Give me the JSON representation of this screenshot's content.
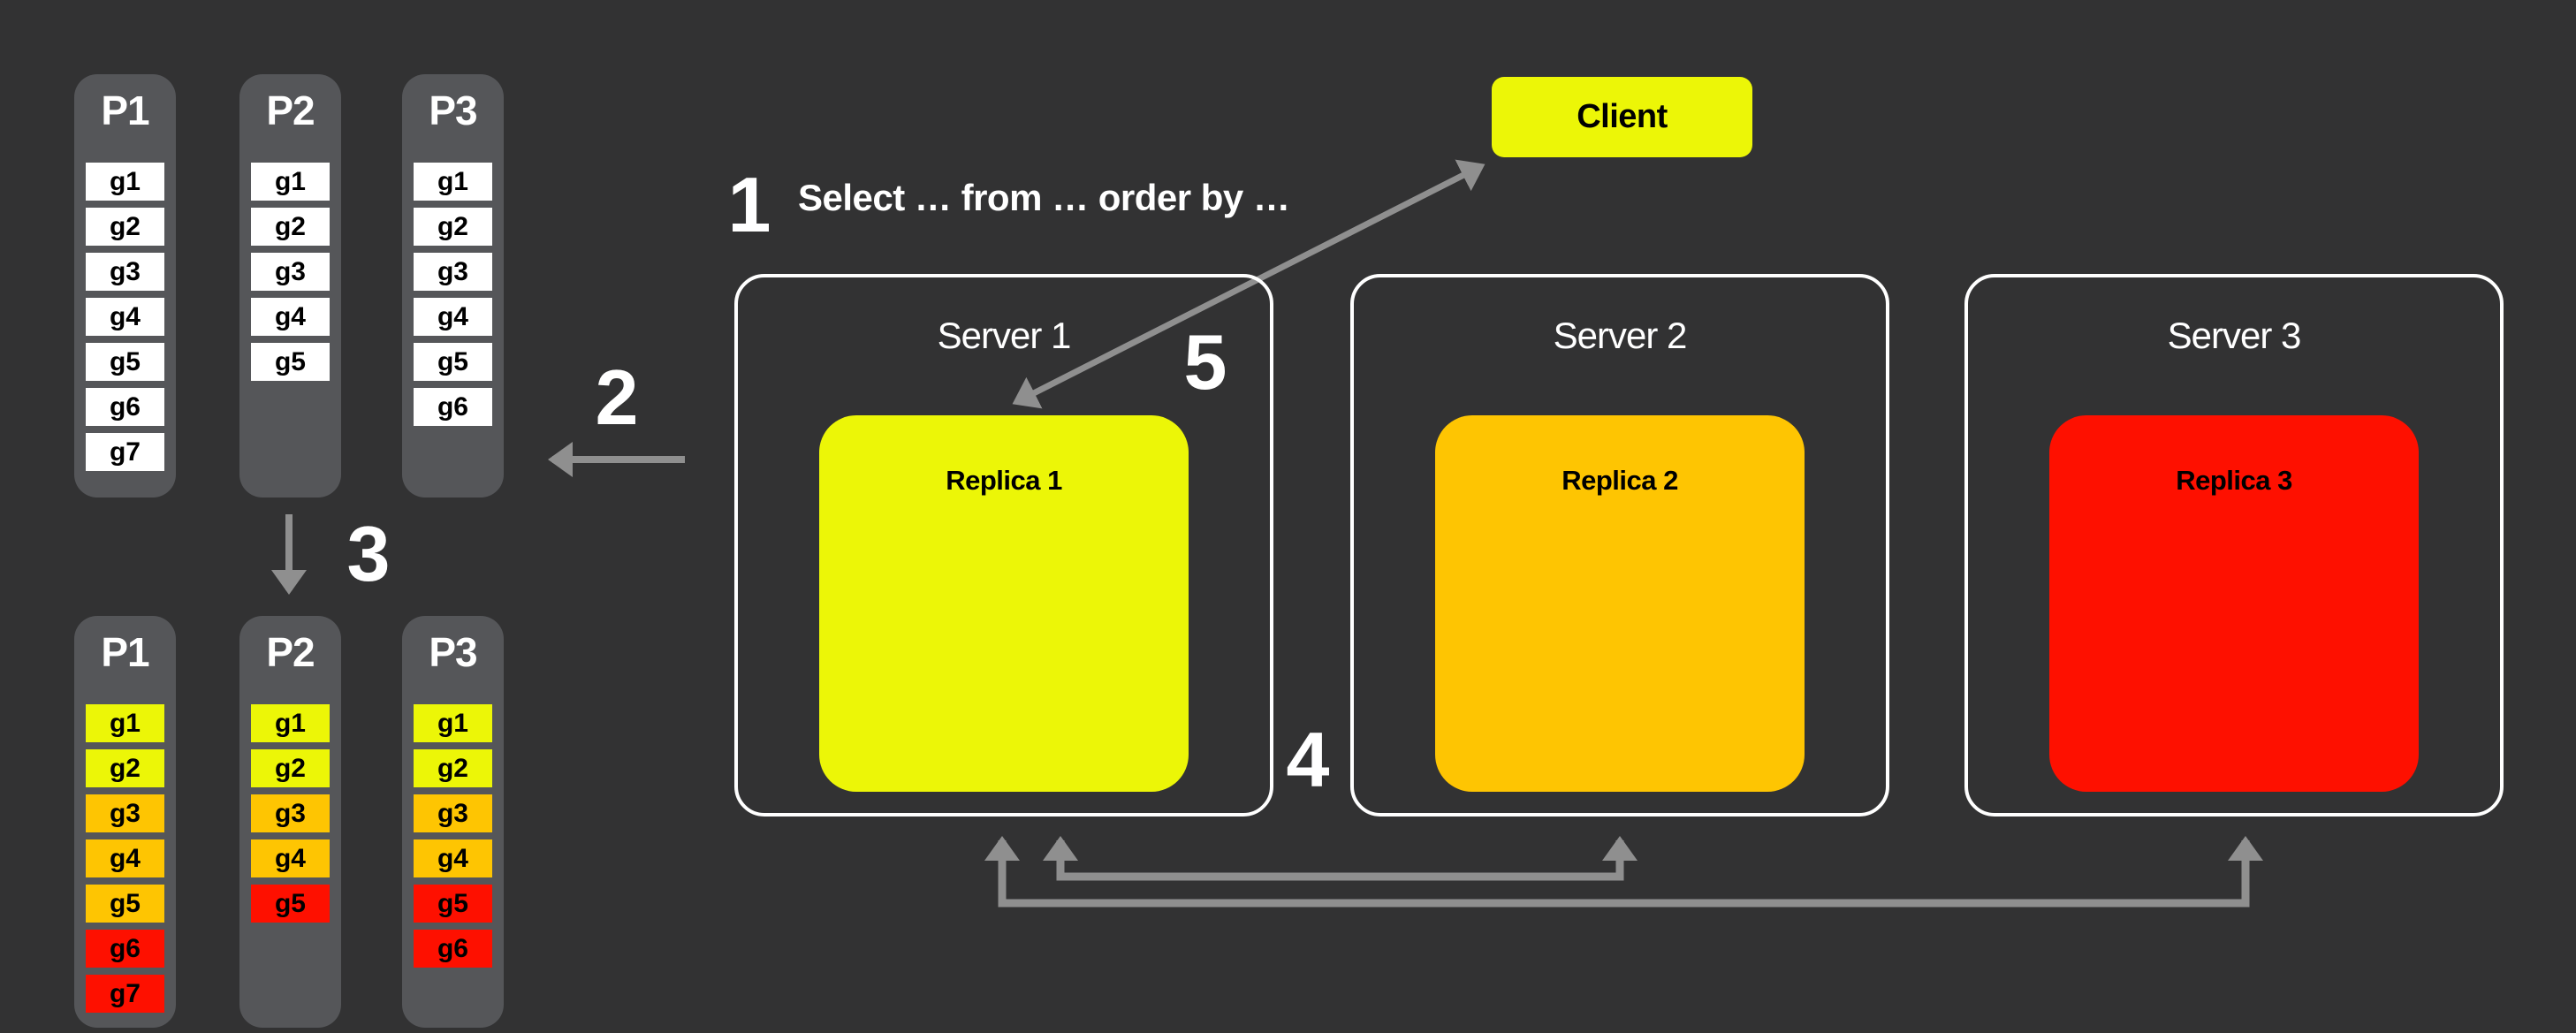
{
  "colors": {
    "bg": "#323233",
    "column": "#555659",
    "white": "#FFFFFF",
    "black": "#000000",
    "yellow": "#ECF607",
    "orange": "#FEC502",
    "red": "#FE1000",
    "arrow": "#8F8F8F"
  },
  "client": {
    "label": "Client"
  },
  "steps": {
    "s1": {
      "number": "1",
      "text": "Select … from … order by …"
    },
    "s2": {
      "number": "2"
    },
    "s3": {
      "number": "3"
    },
    "s4": {
      "number": "4"
    },
    "s5": {
      "number": "5"
    }
  },
  "servers": [
    {
      "label": "Server 1",
      "replica": {
        "label": "Replica 1",
        "color": "#ECF607"
      }
    },
    {
      "label": "Server 2",
      "replica": {
        "label": "Replica 2",
        "color": "#FEC502"
      }
    },
    {
      "label": "Server 3",
      "replica": {
        "label": "Replica 3",
        "color": "#FE1000"
      }
    }
  ],
  "partitions_before": [
    {
      "title": "P1",
      "items": [
        {
          "label": "g1",
          "color": "#FFFFFF"
        },
        {
          "label": "g2",
          "color": "#FFFFFF"
        },
        {
          "label": "g3",
          "color": "#FFFFFF"
        },
        {
          "label": "g4",
          "color": "#FFFFFF"
        },
        {
          "label": "g5",
          "color": "#FFFFFF"
        },
        {
          "label": "g6",
          "color": "#FFFFFF"
        },
        {
          "label": "g7",
          "color": "#FFFFFF"
        }
      ]
    },
    {
      "title": "P2",
      "items": [
        {
          "label": "g1",
          "color": "#FFFFFF"
        },
        {
          "label": "g2",
          "color": "#FFFFFF"
        },
        {
          "label": "g3",
          "color": "#FFFFFF"
        },
        {
          "label": "g4",
          "color": "#FFFFFF"
        },
        {
          "label": "g5",
          "color": "#FFFFFF"
        }
      ]
    },
    {
      "title": "P3",
      "items": [
        {
          "label": "g1",
          "color": "#FFFFFF"
        },
        {
          "label": "g2",
          "color": "#FFFFFF"
        },
        {
          "label": "g3",
          "color": "#FFFFFF"
        },
        {
          "label": "g4",
          "color": "#FFFFFF"
        },
        {
          "label": "g5",
          "color": "#FFFFFF"
        },
        {
          "label": "g6",
          "color": "#FFFFFF"
        }
      ]
    }
  ],
  "partitions_after": [
    {
      "title": "P1",
      "items": [
        {
          "label": "g1",
          "color": "#ECF607"
        },
        {
          "label": "g2",
          "color": "#ECF607"
        },
        {
          "label": "g3",
          "color": "#FEC502"
        },
        {
          "label": "g4",
          "color": "#FEC502"
        },
        {
          "label": "g5",
          "color": "#FEC502"
        },
        {
          "label": "g6",
          "color": "#FE1000"
        },
        {
          "label": "g7",
          "color": "#FE1000"
        }
      ]
    },
    {
      "title": "P2",
      "items": [
        {
          "label": "g1",
          "color": "#ECF607"
        },
        {
          "label": "g2",
          "color": "#ECF607"
        },
        {
          "label": "g3",
          "color": "#FEC502"
        },
        {
          "label": "g4",
          "color": "#FEC502"
        },
        {
          "label": "g5",
          "color": "#FE1000"
        }
      ]
    },
    {
      "title": "P3",
      "items": [
        {
          "label": "g1",
          "color": "#ECF607"
        },
        {
          "label": "g2",
          "color": "#ECF607"
        },
        {
          "label": "g3",
          "color": "#FEC502"
        },
        {
          "label": "g4",
          "color": "#FEC502"
        },
        {
          "label": "g5",
          "color": "#FE1000"
        },
        {
          "label": "g6",
          "color": "#FE1000"
        }
      ]
    }
  ]
}
